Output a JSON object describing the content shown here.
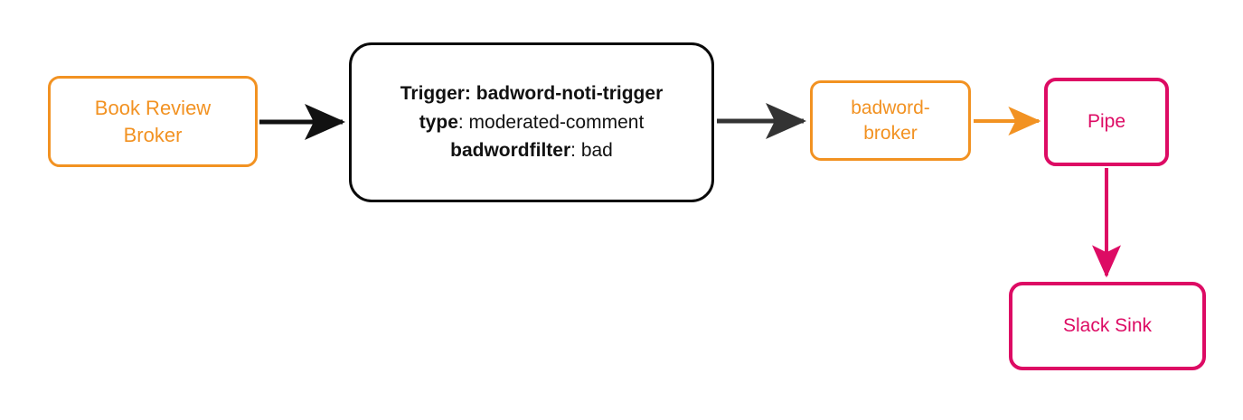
{
  "diagram": {
    "type": "flow-diagram",
    "background": "#ffffff",
    "colors": {
      "orange": "#F29222",
      "crimson": "#DD0B64",
      "black": "#0a0a0a",
      "dark_arrow": "#333333"
    },
    "nodes": {
      "book_review_broker": {
        "label_line1": "Book Review",
        "label_line2": "Broker",
        "color": "#F29222"
      },
      "trigger": {
        "line1_key": "Trigger:",
        "line1_value": "badword-noti-trigger",
        "line2_key": "type",
        "line2_sep": ": ",
        "line2_value": "moderated-comment",
        "line3_key": "badwordfilter",
        "line3_sep": ": ",
        "line3_value": "bad",
        "color": "#0a0a0a"
      },
      "badword_broker": {
        "label_line1": "badword-",
        "label_line2": "broker",
        "color": "#F29222"
      },
      "pipe": {
        "label": "Pipe",
        "color": "#DD0B64"
      },
      "slack_sink": {
        "label": "Slack Sink",
        "color": "#DD0B64"
      }
    },
    "edges": [
      {
        "name": "book-review-broker-to-trigger",
        "from": "book_review_broker",
        "to": "trigger",
        "color": "#111111",
        "direction": "right"
      },
      {
        "name": "trigger-to-badword-broker",
        "from": "trigger",
        "to": "badword_broker",
        "color": "#333333",
        "direction": "right"
      },
      {
        "name": "badword-broker-to-pipe",
        "from": "badword_broker",
        "to": "pipe",
        "color": "#F29222",
        "direction": "right"
      },
      {
        "name": "pipe-to-slack-sink",
        "from": "pipe",
        "to": "slack_sink",
        "color": "#DD0B64",
        "direction": "down"
      }
    ]
  }
}
